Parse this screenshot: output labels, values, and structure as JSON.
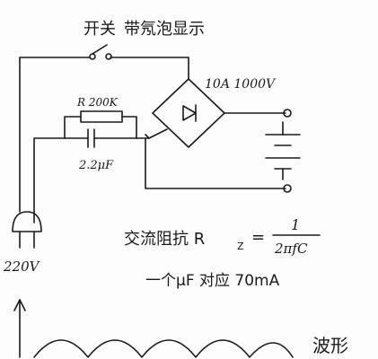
{
  "labels": {
    "switch_label": "开关",
    "switch_note": "带氖泡显示",
    "bridge_rating": "10A 1000V",
    "resistor_value": "R 200K",
    "capacitor_value": "2.2μF",
    "plug_voltage": "220V",
    "formula_text": "交流阻抗 R",
    "formula_subscript": "Z",
    "formula_equals": "=",
    "formula_numerator": "1",
    "formula_denominator": "2πfC",
    "current_text": "一个μF 对应 70mA",
    "waveform_label": "波形"
  }
}
